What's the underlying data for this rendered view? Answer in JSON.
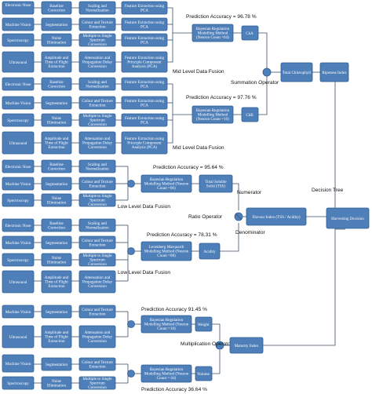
{
  "inputs": {
    "electronic_nose": "Electronic Nose",
    "machine_vision": "Machine Vision",
    "spectroscopy": "Spectroscopy",
    "ultrasound": "Ultrasound"
  },
  "steps": {
    "baseline": "Baseline Correction",
    "scaling": "Scaling and Normalization",
    "fe_pca": "Feature Extraction using PCA",
    "segmentation": "Segmentation",
    "colour": "Colour and Texture Extraction",
    "noise": "Noise Elimination",
    "multiple": "Multiple to Single Spectrum Conversion",
    "amplitude": "Amplitude and Time of Flight Extraction",
    "attenuation": "Attenuation and Propagation Delay Conversion",
    "fe_principle": "Feature Extraction using Principle Component Analysis (PCA)"
  },
  "models": {
    "m1": "Bayesian Regulation Modelling Method (Neuron Count =04)",
    "m2": "Bayesian Regulation Modelling Method (Neuron Count =10)",
    "m3": "Bayesian Regulation Modelling Method (Neuron Count =06)",
    "m4": "Levenberg Marquardt Modelling Method (Neuron Count =08)",
    "m5": "Bayesian Regulation Modelling Method (Neuron Count =10)",
    "m6": "Bayesian Regulation Modelling Method (Neuron Count = 04)"
  },
  "outputs": {
    "cha": "ChA",
    "chb": "ChB",
    "total_chl": "Total Chlorophyll",
    "ripeness": "Ripeness Index",
    "tss": "Total Soluble Solid (TSS)",
    "acidity": "Acidity",
    "flavour": "Flavour Index (TSS / Acidity)",
    "harvesting": "Harvesting Decision",
    "weight": "Weight",
    "volume": "Volume",
    "maturity": "Maturity Index"
  },
  "labels": {
    "acc1": "Prediction Accuracy = 96.78 %",
    "acc2": "Prediction Accuracy = 97.76 %",
    "acc3": "Prediction Accuracy = 95.64 %",
    "acc4": "Prediction Accuracy = 78.31 %",
    "acc5": "Prediction Accuracy 91.45 %",
    "acc6": "Prediction Accuracy 36.64 %",
    "mid": "Mid Level Data Fusion",
    "low": "Low Level Data Fusion",
    "summation": "Summation Operator",
    "numerator": "Numerator",
    "denominator": "Denominator",
    "ratio": "Ratio Operator",
    "multiplication": "Multiplication Operator",
    "decision_tree": "Decision Tree"
  }
}
